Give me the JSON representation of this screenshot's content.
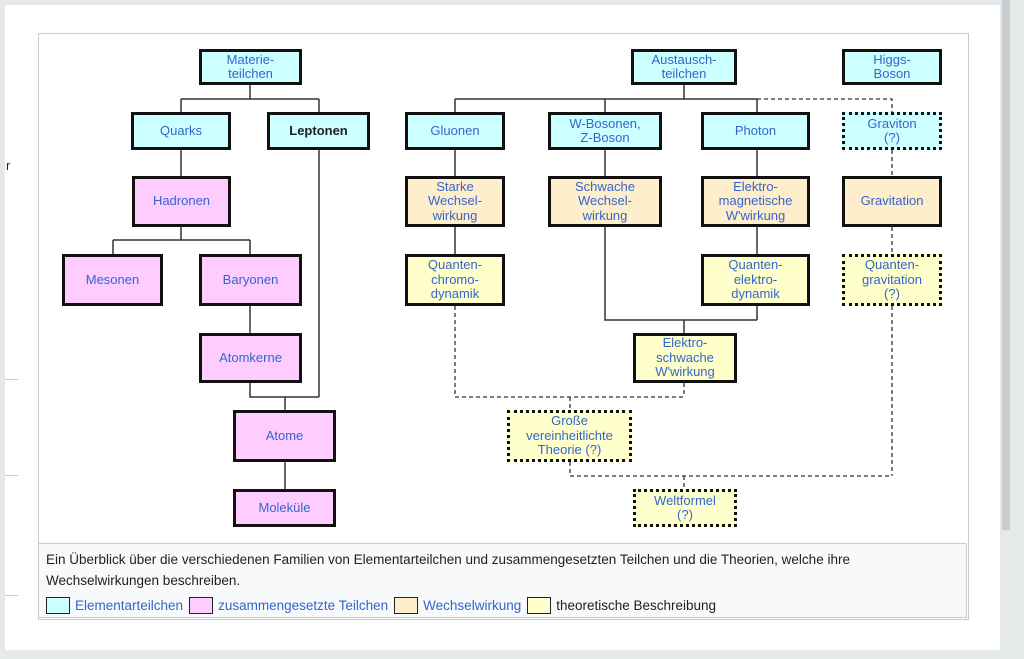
{
  "sidebar_fragment": "r",
  "boxes": {
    "materie": "Materie-\nteilchen",
    "quarks": "Quarks",
    "leptonen": "Leptonen",
    "hadronen": "Hadronen",
    "mesonen": "Mesonen",
    "baryonen": "Baryonen",
    "atomkerne": "Atomkerne",
    "atome": "Atome",
    "molekuele": "Moleküle",
    "austausch": "Austausch-\nteilchen",
    "higgs": "Higgs-\nBoson",
    "gluonen": "Gluonen",
    "wz": "W-Bosonen,\nZ-Boson",
    "photon": "Photon",
    "graviton": "Graviton\n(?)",
    "starke": "Starke\nWechsel-\nwirkung",
    "schwache": "Schwache\nWechsel-\nwirkung",
    "em": "Elektro-\nmagnetische\nW'wirkung",
    "gravitation": "Gravitation",
    "qcd": "Quanten-\nchromo-\ndynamik",
    "qed": "Quanten-\nelektro-\ndynamik",
    "qg": "Quanten-\ngravitation\n(?)",
    "ew": "Elektro-\nschwache\nW'wirkung",
    "gut": "Große\nvereinheitlichte\nTheorie (?)",
    "weltformel": "Weltformel\n(?)"
  },
  "caption": "Ein Überblick über die verschiedenen Familien von Elementarteilchen und zusammengesetzten Teilchen und die Theorien, welche ihre Wechselwirkungen beschreiben.",
  "legend": [
    {
      "label": "Elementarteilchen",
      "color": "#ccffff"
    },
    {
      "label": "zusammengesetzte Teilchen",
      "color": "#ffccff"
    },
    {
      "label": "Wechselwirkung",
      "color": "#ffeecc"
    },
    {
      "label": "theoretische Beschreibung",
      "color": "#ffffcc"
    }
  ]
}
